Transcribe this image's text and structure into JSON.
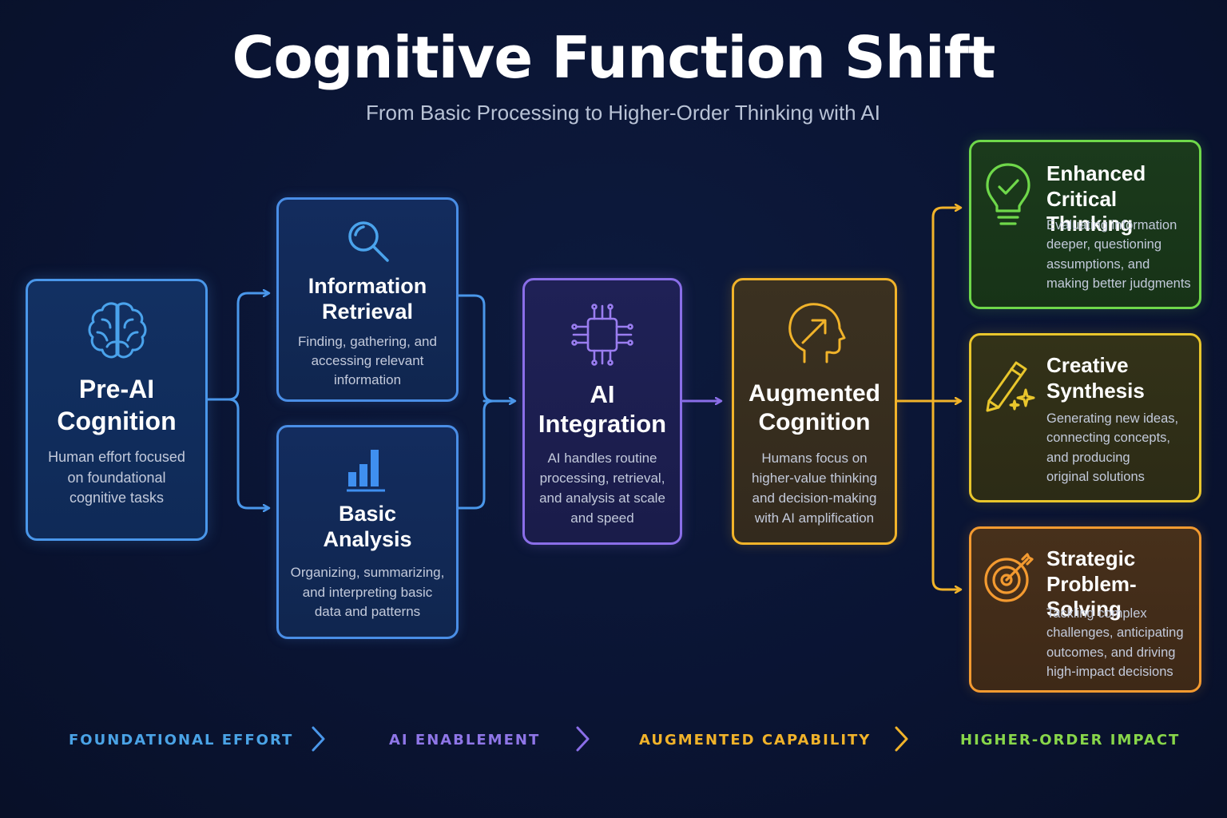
{
  "header": {
    "title": "Cognitive Function Shift",
    "subtitle": "From Basic Processing to Higher-Order Thinking with AI"
  },
  "nodes": {
    "pre_ai": {
      "title_line1": "Pre-AI",
      "title_line2": "Cognition",
      "desc": [
        "Human effort focused",
        "on foundational",
        "cognitive tasks"
      ],
      "icon": "brain-icon"
    },
    "info_retrieval": {
      "title_line1": "Information",
      "title_line2": "Retrieval",
      "desc": [
        "Finding, gathering, and",
        "accessing relevant",
        "information"
      ],
      "icon": "magnifier-icon"
    },
    "basic_analysis": {
      "title_line1": "Basic",
      "title_line2": "Analysis",
      "desc": [
        "Organizing, summarizing,",
        "and interpreting basic",
        "data and patterns"
      ],
      "icon": "bar-chart-icon"
    },
    "ai_integration": {
      "title_line1": "AI",
      "title_line2": "Integration",
      "desc": [
        "AI handles routine",
        "processing, retrieval,",
        "and analysis at scale",
        "and speed"
      ],
      "icon": "chip-icon"
    },
    "augmented": {
      "title_line1": "Augmented",
      "title_line2": "Cognition",
      "desc": [
        "Humans focus on",
        "higher-value thinking",
        "and decision-making",
        "with AI amplification"
      ],
      "icon": "head-arrow-icon"
    },
    "critical": {
      "title_line1": "Enhanced",
      "title_line2": "Critical Thinking",
      "desc": [
        "Evaluating information",
        "deeper, questioning",
        "assumptions, and",
        "making better judgments"
      ],
      "icon": "lightbulb-check-icon"
    },
    "creative": {
      "title_line1": "Creative",
      "title_line2": "Synthesis",
      "desc": [
        "Generating new ideas,",
        "connecting concepts,",
        "and producing",
        "original solutions"
      ],
      "icon": "pencil-sparkle-icon"
    },
    "strategic": {
      "title_line1": "Strategic",
      "title_line2": "Problem-Solving",
      "desc": [
        "Tackling complex",
        "challenges, anticipating",
        "outcomes, and driving",
        "high-impact decisions"
      ],
      "icon": "target-icon"
    }
  },
  "stages": [
    {
      "label": "FOUNDATIONAL EFFORT",
      "color": "#4aa3e6"
    },
    {
      "label": "AI ENABLEMENT",
      "color": "#8f76e8"
    },
    {
      "label": "AUGMENTED CAPABILITY",
      "color": "#f1b32a"
    },
    {
      "label": "HIGHER-ORDER IMPACT",
      "color": "#88d64a"
    }
  ],
  "colors": {
    "blue": "#4a97ea",
    "purple": "#8a6ee8",
    "yellow": "#f1b32a",
    "green": "#6fd84a",
    "gold": "#e9c62c",
    "orange": "#f39a30",
    "background": "#0a1433"
  }
}
